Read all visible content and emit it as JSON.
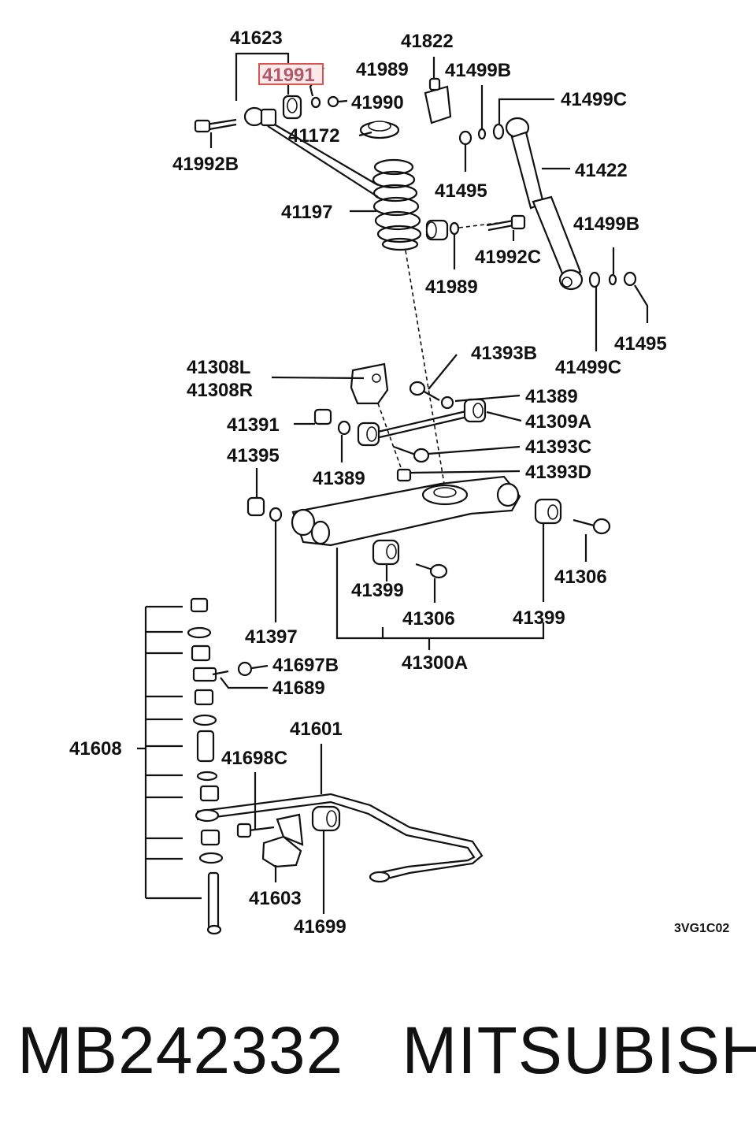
{
  "diagram": {
    "parts": {
      "p41623": "41623",
      "p41991": "41991",
      "p41989a": "41989",
      "p41990": "41990",
      "p41822": "41822",
      "p41499b_top": "41499B",
      "p41499c_top": "41499C",
      "p41172": "41172",
      "p41992b": "41992B",
      "p41495_top": "41495",
      "p41422": "41422",
      "p41197": "41197",
      "p41992c": "41992C",
      "p41989b": "41989",
      "p41499b_mid": "41499B",
      "p41495_right": "41495",
      "p41499c_mid": "41499C",
      "p41393b": "41393B",
      "p41308l": "41308L",
      "p41308r": "41308R",
      "p41389a": "41389",
      "p41391": "41391",
      "p41309a": "41309A",
      "p41395": "41395",
      "p41393c": "41393C",
      "p41389b": "41389",
      "p41393d": "41393D",
      "p41306a": "41306",
      "p41399a": "41399",
      "p41306b": "41306",
      "p41399b": "41399",
      "p41397": "41397",
      "p41697b": "41697B",
      "p41300a": "41300A",
      "p41689": "41689",
      "p41601": "41601",
      "p41608": "41608",
      "p41698c": "41698C",
      "p41603": "41603",
      "p41699": "41699"
    },
    "highlighted_part": "41991",
    "highlight_color": "#d9534f",
    "drawing_code": "3VG1C02"
  },
  "footer": {
    "part_number": "MB242332",
    "brand": "MITSUBISHI"
  }
}
